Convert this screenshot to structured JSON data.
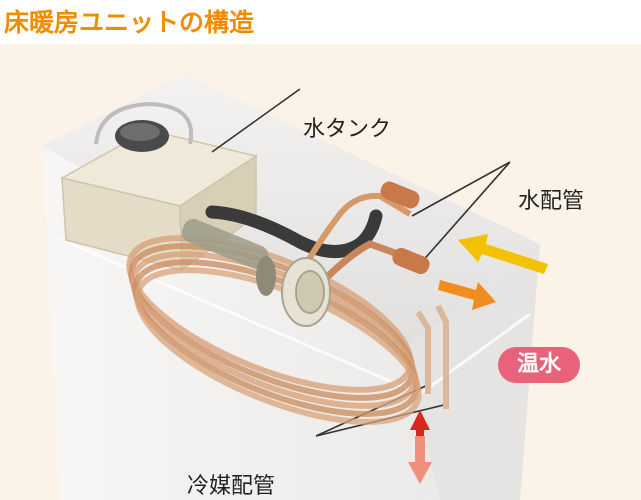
{
  "title": "床暖房ユニットの構造",
  "labels": {
    "water_tank": "水タンク",
    "water_pipe": "水配管",
    "refrigerant_pipe": "冷媒配管",
    "hot_water": "温水"
  },
  "colors": {
    "title": "#f08c00",
    "hot_water_badge": "#e8627a",
    "hot_water_arrow": "#f28c1e",
    "inflow_arrow": "#f2c200",
    "copper": "#d08a5a",
    "refrigerant_up": "#d6281e",
    "refrigerant_down": "#f0907a"
  }
}
